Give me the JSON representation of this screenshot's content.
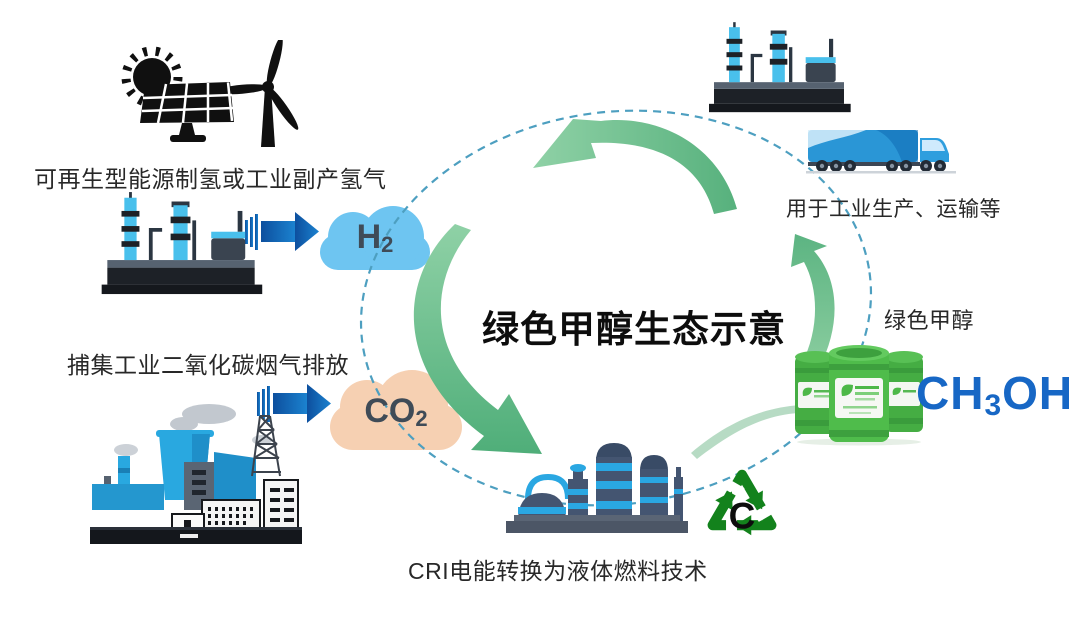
{
  "title": "绿色甲醇生态示意",
  "labels": {
    "renewable": "可再生型能源制氢或工业副产氢气",
    "co2_capture": "捕集工业二氧化碳烟气排放",
    "usage": "用于工业生产、运输等",
    "methanol": "绿色甲醇",
    "cri": "CRI电能转换为液体燃料技术"
  },
  "formulas": {
    "h2": {
      "main": "H",
      "sub": "2"
    },
    "co2": {
      "main": "CO",
      "sub": "2"
    },
    "ch3oh": {
      "pre": "CH",
      "sub": "3",
      "post": "OH"
    }
  },
  "recycle_letter": "C",
  "icons": [
    "solar-wind-icon",
    "refinery-icon",
    "factory-icon",
    "chemical-plant-icon",
    "truck-icon",
    "h2-cloud",
    "co2-cloud",
    "methanol-barrels-icon",
    "carbon-recycle-icon",
    "blue-flow-arrow",
    "green-cycle-arrow",
    "dashed-cycle-ring"
  ],
  "colors": {
    "h2_cloud": "#6ec5f1",
    "co2_cloud": "#f6d0b2",
    "cycle_arrow_green": "#6bbd8b",
    "flow_arrow_blue": "#1368b5",
    "dashed_ring": "#4d9fc0",
    "recycle_green": "#13821c",
    "barrel_green": "#4fbc4b",
    "formula_blue": "#1767c5"
  }
}
